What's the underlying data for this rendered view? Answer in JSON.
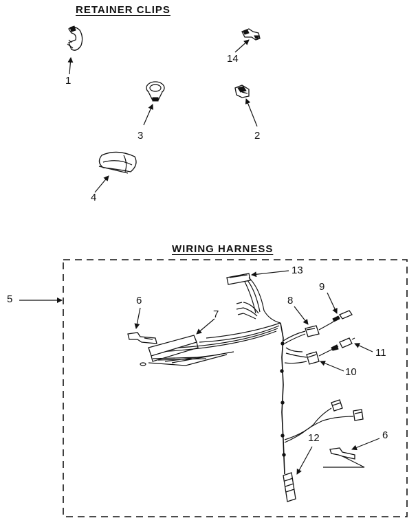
{
  "headings": {
    "retainer_clips": "RETAINER CLIPS",
    "wiring_harness": "WIRING HARNESS"
  },
  "callouts": {
    "c1": "1",
    "c2": "2",
    "c3": "3",
    "c4": "4",
    "c5": "5",
    "c6a": "6",
    "c6b": "6",
    "c7": "7",
    "c8": "8",
    "c9": "9",
    "c10": "10",
    "c11": "11",
    "c12": "12",
    "c13": "13",
    "c14": "14"
  }
}
